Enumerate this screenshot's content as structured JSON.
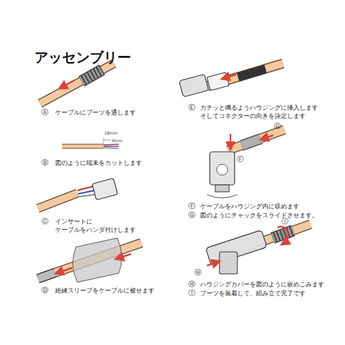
{
  "diagram": {
    "title": "アッセンブリー",
    "labels": [
      "Ⓐ",
      "ケーブルにブーツを通します",
      "18mm",
      "4mm",
      "Ⓑ",
      "図のように端末をカットします",
      "Ⓒ",
      "インサートに ケーブルをハンダ付けします",
      "Ⓓ",
      "絶縁スリーブをケーブルに被せます",
      "Ⓔ",
      "カチッと鳴るようハウジングに挿入します そしてコネクターの向きを決定します",
      "Ⓖ",
      "Ⓕ",
      "Ⓕ",
      "ケーブルをハウジング内に収めます",
      "Ⓖ",
      "図のようにチャックをスライドさせます。",
      "Ⓘ",
      "Ⓗ",
      "Ⓗ",
      "ハウジングカバーを図のように嵌めこみます",
      "Ⓘ",
      "ブーツを装着して、組み立て完了です"
    ]
  }
}
